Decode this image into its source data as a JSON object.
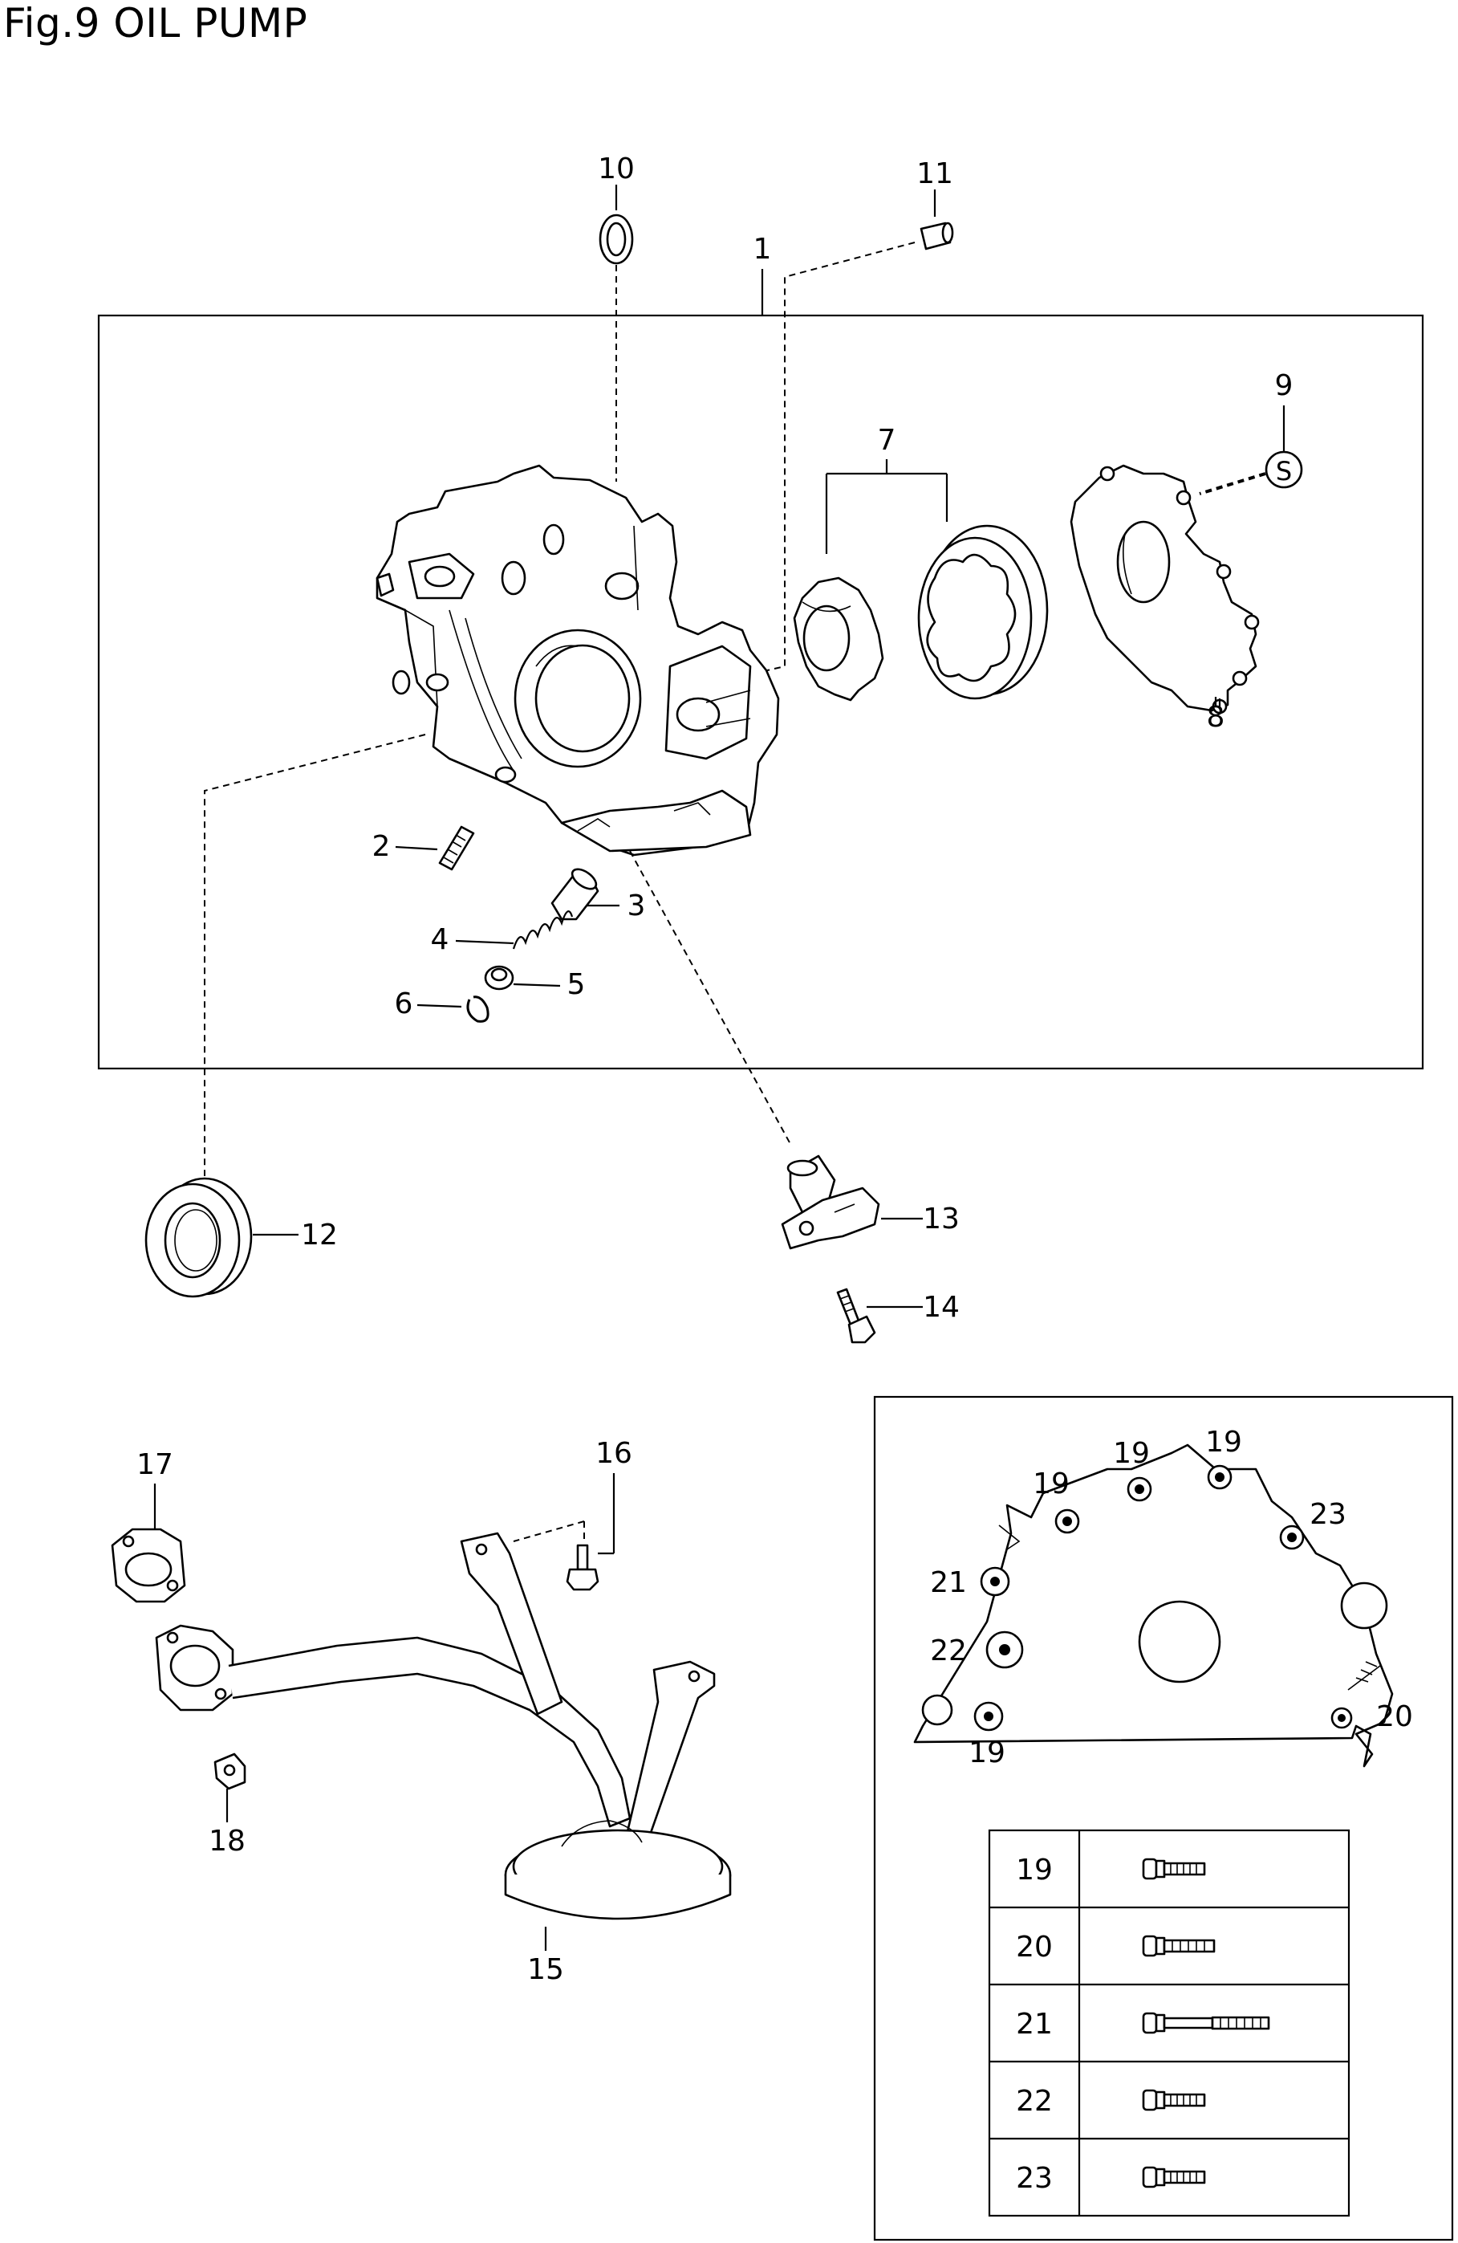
{
  "figure_title": "Fig.9 OIL PUMP",
  "callouts": {
    "p1": "1",
    "p2": "2",
    "p3": "3",
    "p4": "4",
    "p5": "5",
    "p6": "6",
    "p7": "7",
    "p8": "8",
    "p9": "9",
    "p10": "10",
    "p11": "11",
    "p12": "12",
    "p13": "13",
    "p14": "14",
    "p15": "15",
    "p16": "16",
    "p17": "17",
    "p18": "18"
  },
  "sealant_symbol": "S",
  "detail": {
    "bolt_labels": {
      "a": "19",
      "b": "19",
      "c": "19",
      "d": "23",
      "e": "21",
      "f": "22",
      "g": "19",
      "h": "20"
    },
    "bolt_table": [
      {
        "no": "19",
        "icon": "short-bolt-icon"
      },
      {
        "no": "20",
        "icon": "medium-bolt-icon"
      },
      {
        "no": "21",
        "icon": "long-bolt-icon"
      },
      {
        "no": "22",
        "icon": "short-bolt-icon"
      },
      {
        "no": "23",
        "icon": "short-bolt-icon"
      }
    ]
  }
}
